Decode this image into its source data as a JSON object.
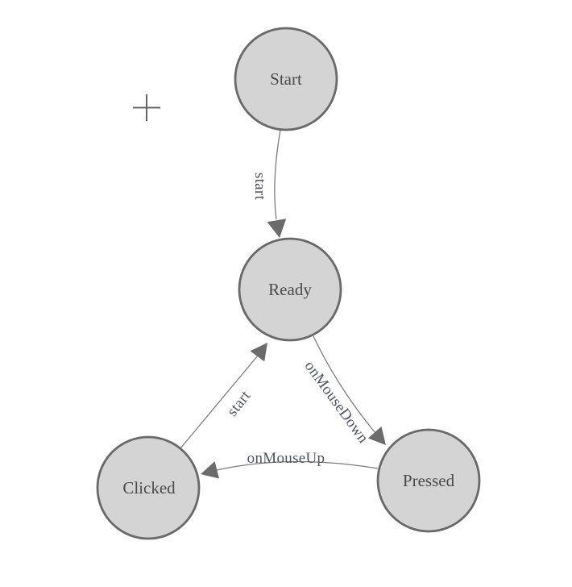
{
  "canvas": {
    "background": "#ffffff"
  },
  "palette": {
    "node_fill": "#d4d4d4",
    "node_stroke": "#696969",
    "node_label": "#4a4a4a",
    "edge_line": "#7b7b7b",
    "arrow": "#6b6b6b",
    "edge_label": "#4f5560",
    "cursor": "#666666"
  },
  "diagram": {
    "nodes": [
      {
        "id": "start",
        "label": "Start"
      },
      {
        "id": "ready",
        "label": "Ready"
      },
      {
        "id": "clicked",
        "label": "Clicked"
      },
      {
        "id": "pressed",
        "label": "Pressed"
      }
    ],
    "edges": [
      {
        "from": "Start",
        "to": "Ready",
        "label": "start"
      },
      {
        "from": "Clicked",
        "to": "Ready",
        "label": "start"
      },
      {
        "from": "Ready",
        "to": "Pressed",
        "label": "onMouseDown"
      },
      {
        "from": "Pressed",
        "to": "Clicked",
        "label": "onMouseUp"
      }
    ]
  }
}
